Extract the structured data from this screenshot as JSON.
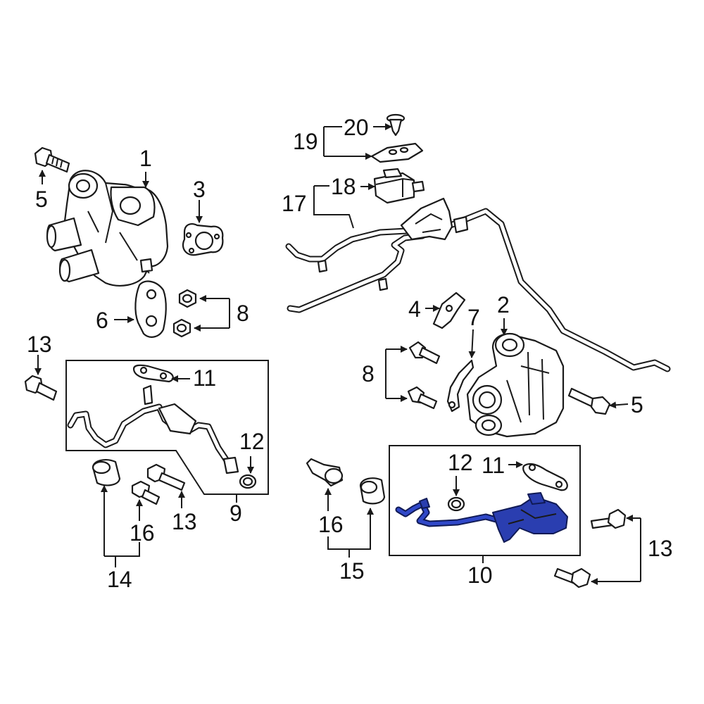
{
  "colors": {
    "highlight": "#2a3eb0",
    "ink": "#1a1a1a",
    "background": "#ffffff"
  },
  "callouts": {
    "c1": "1",
    "c2": "2",
    "c3": "3",
    "c4": "4",
    "c5a": "5",
    "c5b": "5",
    "c6": "6",
    "c7": "7",
    "c8a": "8",
    "c8b": "8",
    "c9": "9",
    "c10": "10",
    "c11a": "11",
    "c11b": "11",
    "c12a": "12",
    "c12b": "12",
    "c13a": "13",
    "c13b": "13",
    "c13c": "13",
    "c14": "14",
    "c15": "15",
    "c16a": "16",
    "c16b": "16",
    "c17": "17",
    "c18": "18",
    "c19": "19",
    "c20": "20"
  }
}
